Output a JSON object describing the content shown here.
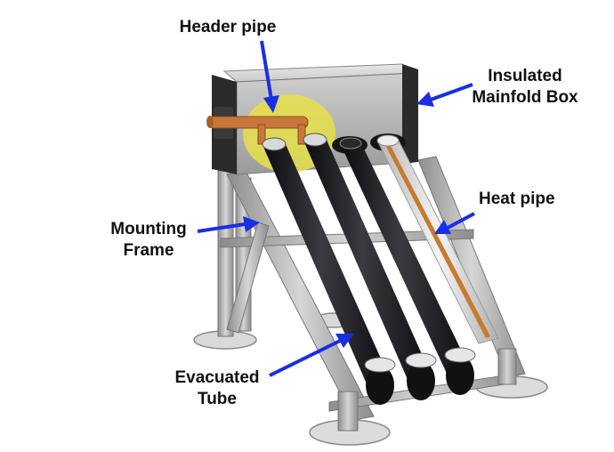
{
  "labels": {
    "header_pipe": "Header pipe",
    "insulated_line1": "Insulated",
    "insulated_line2": "Mainfold Box",
    "mounting_line1": "Mounting",
    "mounting_line2": "Frame",
    "heat_pipe": "Heat pipe",
    "evacuated_line1": "Evacuated",
    "evacuated_line2": "Tube"
  },
  "colors": {
    "arrow": "#1a2ee6",
    "tube": "#1e1e22",
    "heat_pipe_glass": "#d8d8d8",
    "heat_pipe_rod": "#c77a2e",
    "copper": "#c8773a",
    "highlight": "#e8e04a",
    "box": "#b9b9b9",
    "frame": "#b3b3b3"
  }
}
